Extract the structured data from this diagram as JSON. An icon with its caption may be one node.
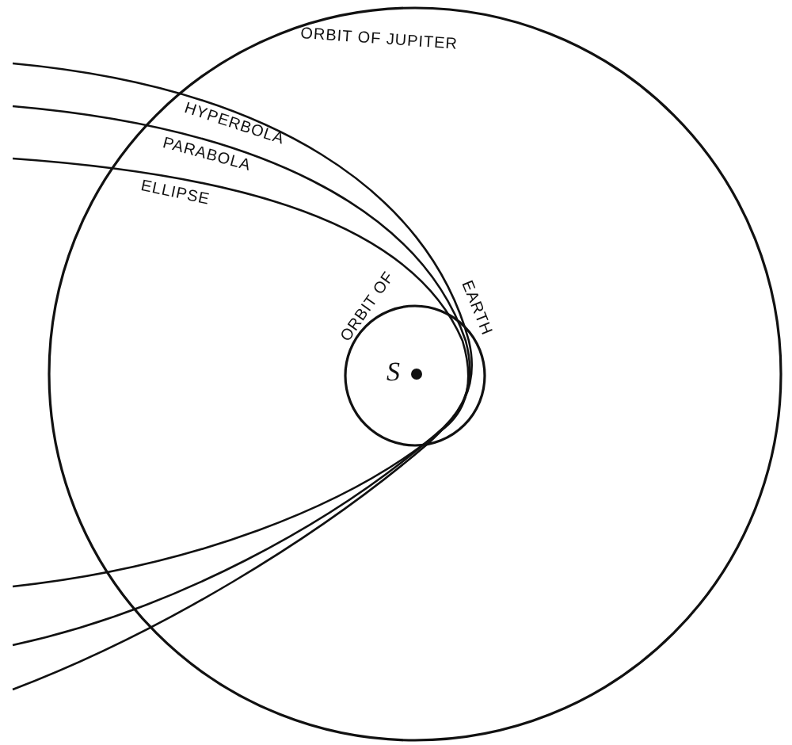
{
  "diagram": {
    "labels": [
      "ORBIT OF JUPITER",
      "HYPERBOLA",
      "PARABOLA",
      "ELLIPSE",
      "ORBIT OF",
      "EARTH",
      "S"
    ]
  }
}
